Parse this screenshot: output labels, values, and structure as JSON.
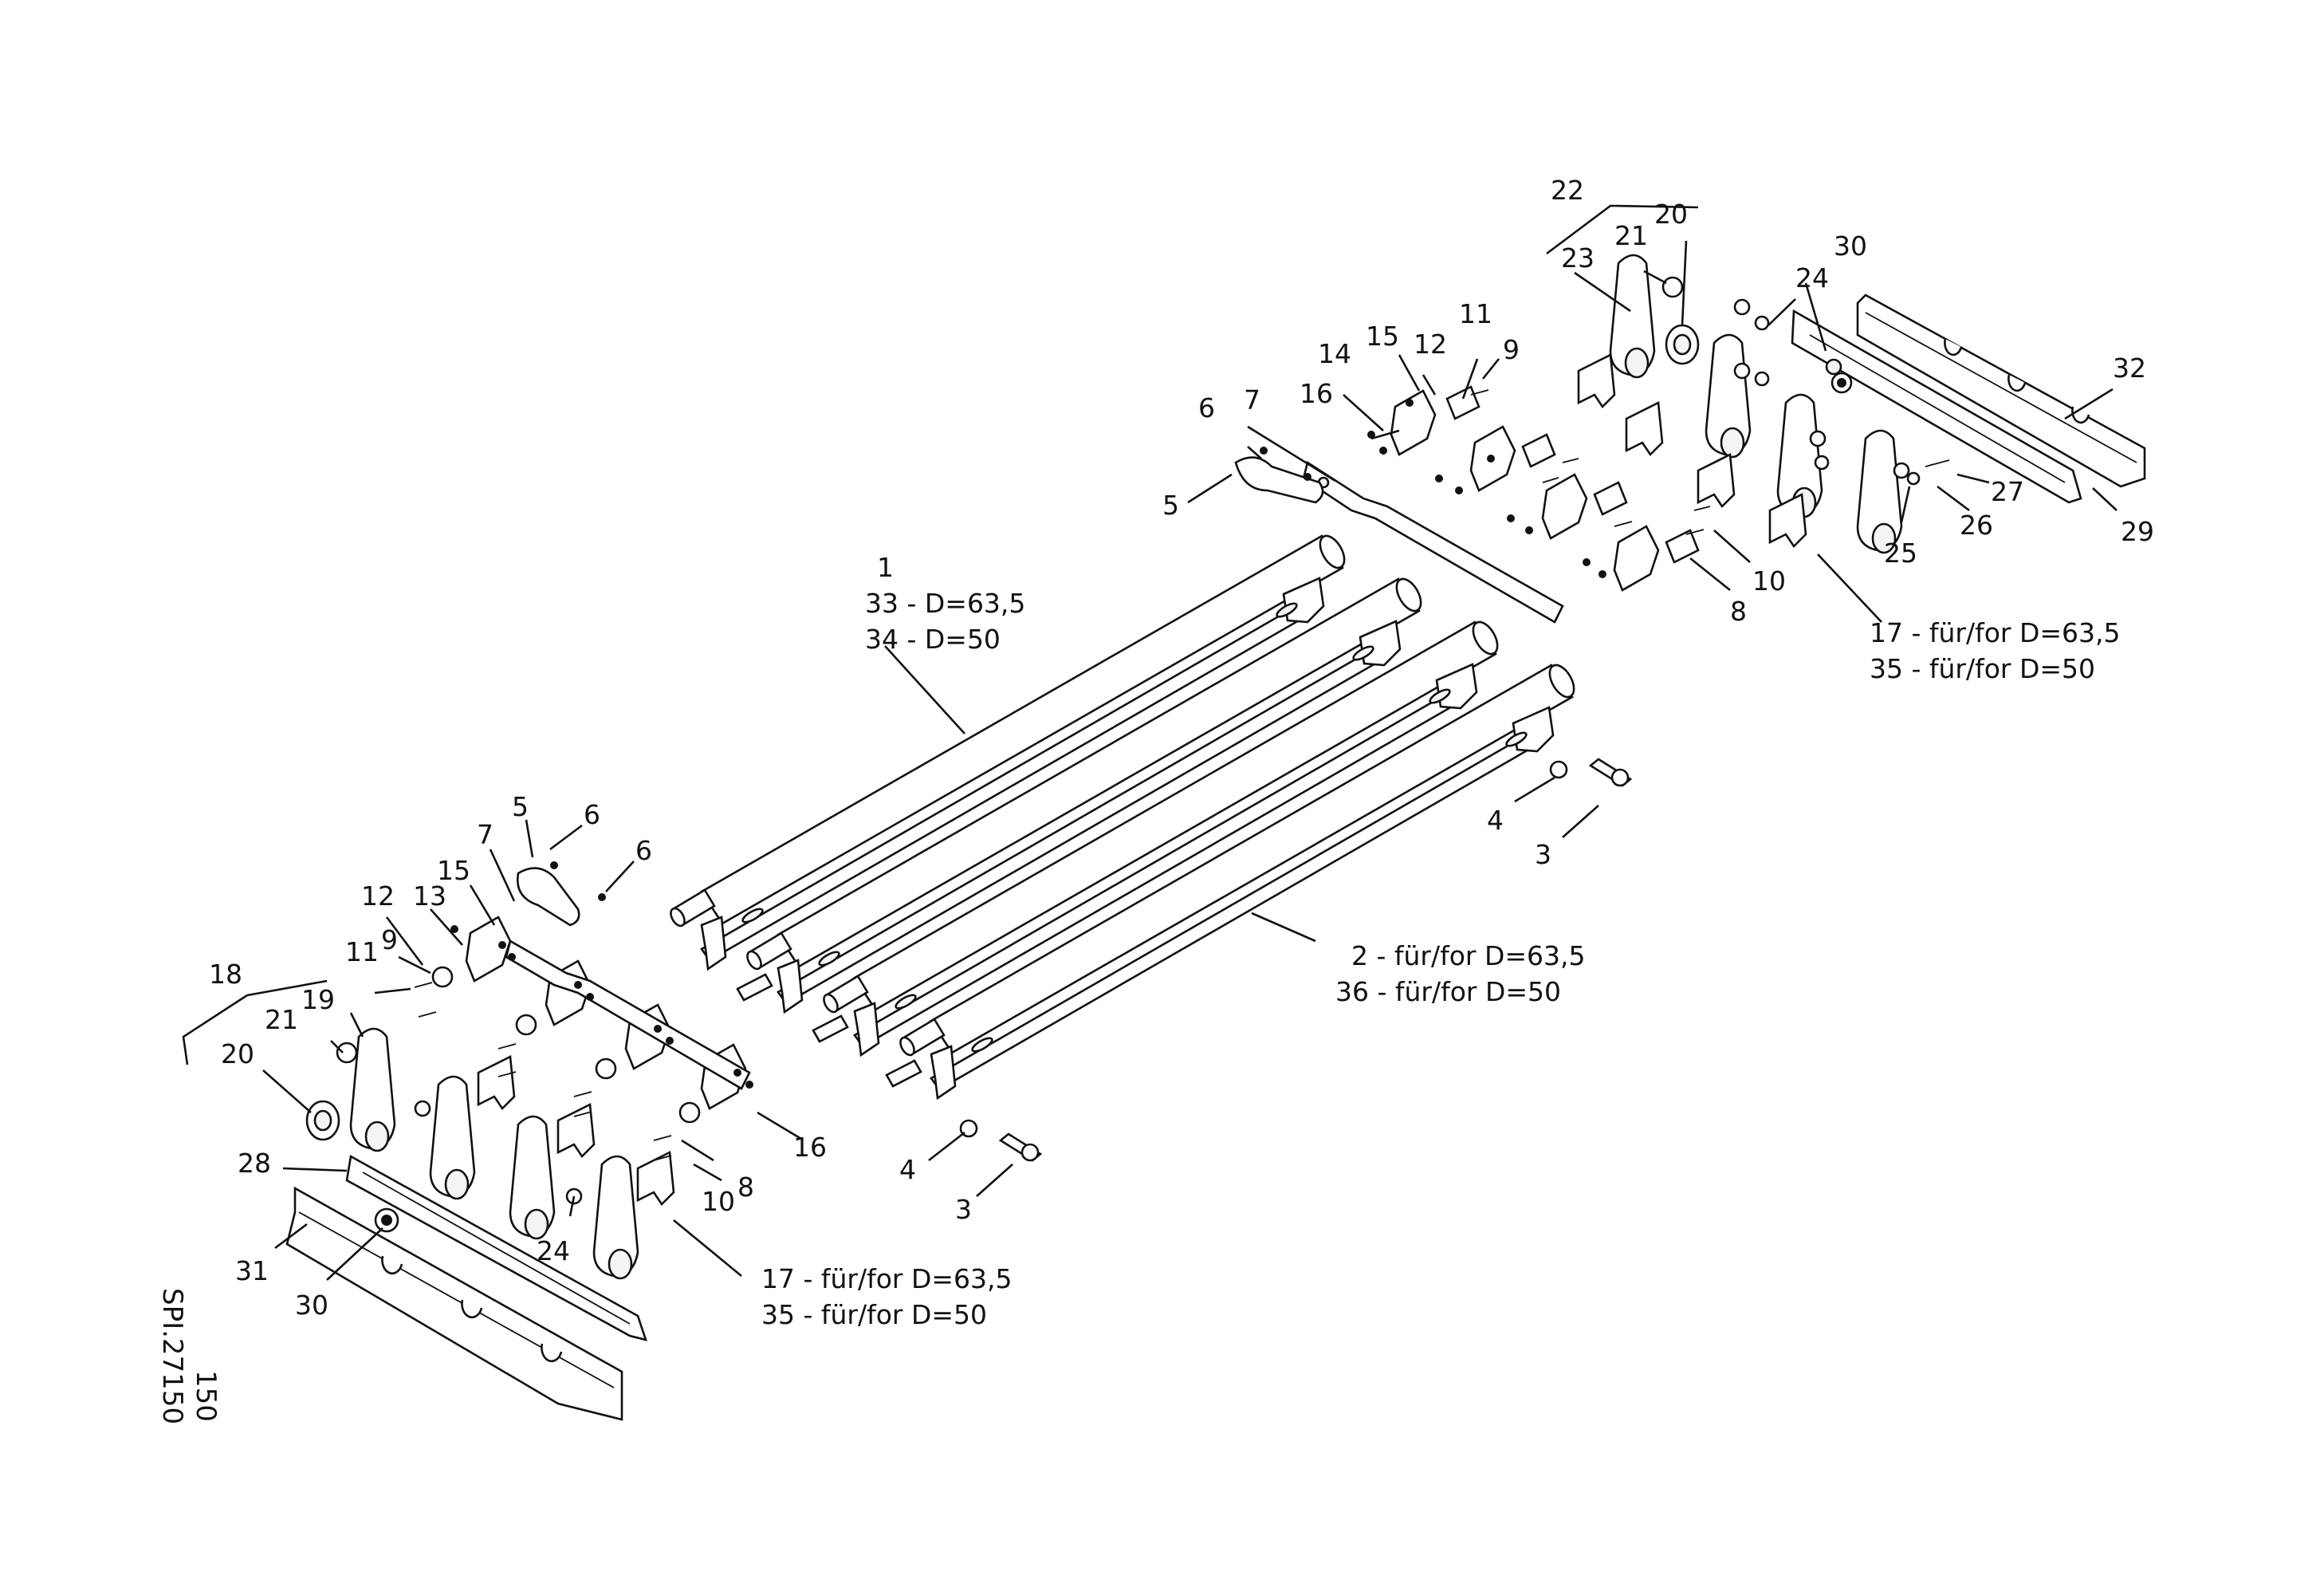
{
  "drawing": {
    "code": "SPI.27150",
    "page": "150"
  },
  "notes": {
    "roller": [
      "1",
      "33 - D=63,5",
      "34 - D=50"
    ],
    "rail": [
      "2 - für/for D=63,5",
      "36 - für/for D=50"
    ],
    "cover_right": [
      "17 - für/for D=63,5",
      "35 - für/for D=50"
    ],
    "cover_left": [
      "17 - für/for D=63,5",
      "35 - für/for D=50"
    ]
  },
  "callouts": [
    {
      "id": "r22",
      "text": "22"
    },
    {
      "id": "r21",
      "text": "21"
    },
    {
      "id": "r20",
      "text": "20"
    },
    {
      "id": "r23",
      "text": "23"
    },
    {
      "id": "r30",
      "text": "30"
    },
    {
      "id": "r24",
      "text": "24"
    },
    {
      "id": "r32",
      "text": "32"
    },
    {
      "id": "r15",
      "text": "15"
    },
    {
      "id": "r12",
      "text": "12"
    },
    {
      "id": "r11",
      "text": "11"
    },
    {
      "id": "r9",
      "text": "9"
    },
    {
      "id": "r14",
      "text": "14"
    },
    {
      "id": "r16",
      "text": "16"
    },
    {
      "id": "r6",
      "text": "6"
    },
    {
      "id": "r7",
      "text": "7"
    },
    {
      "id": "r5",
      "text": "5"
    },
    {
      "id": "r27",
      "text": "27"
    },
    {
      "id": "r26",
      "text": "26"
    },
    {
      "id": "r25",
      "text": "25"
    },
    {
      "id": "r29",
      "text": "29"
    },
    {
      "id": "r10",
      "text": "10"
    },
    {
      "id": "r8",
      "text": "8"
    },
    {
      "id": "r4",
      "text": "4"
    },
    {
      "id": "r3",
      "text": "3"
    },
    {
      "id": "l5",
      "text": "5"
    },
    {
      "id": "l6a",
      "text": "6"
    },
    {
      "id": "l6b",
      "text": "6"
    },
    {
      "id": "l7",
      "text": "7"
    },
    {
      "id": "l15",
      "text": "15"
    },
    {
      "id": "l12",
      "text": "12"
    },
    {
      "id": "l13",
      "text": "13"
    },
    {
      "id": "l9",
      "text": "9"
    },
    {
      "id": "l11",
      "text": "11"
    },
    {
      "id": "l18",
      "text": "18"
    },
    {
      "id": "l19",
      "text": "19"
    },
    {
      "id": "l21",
      "text": "21"
    },
    {
      "id": "l20",
      "text": "20"
    },
    {
      "id": "l16",
      "text": "16"
    },
    {
      "id": "l28",
      "text": "28"
    },
    {
      "id": "l24",
      "text": "24"
    },
    {
      "id": "l10",
      "text": "10"
    },
    {
      "id": "l8",
      "text": "8"
    },
    {
      "id": "l31",
      "text": "31"
    },
    {
      "id": "l30",
      "text": "30"
    },
    {
      "id": "l4",
      "text": "4"
    },
    {
      "id": "l3",
      "text": "3"
    }
  ]
}
